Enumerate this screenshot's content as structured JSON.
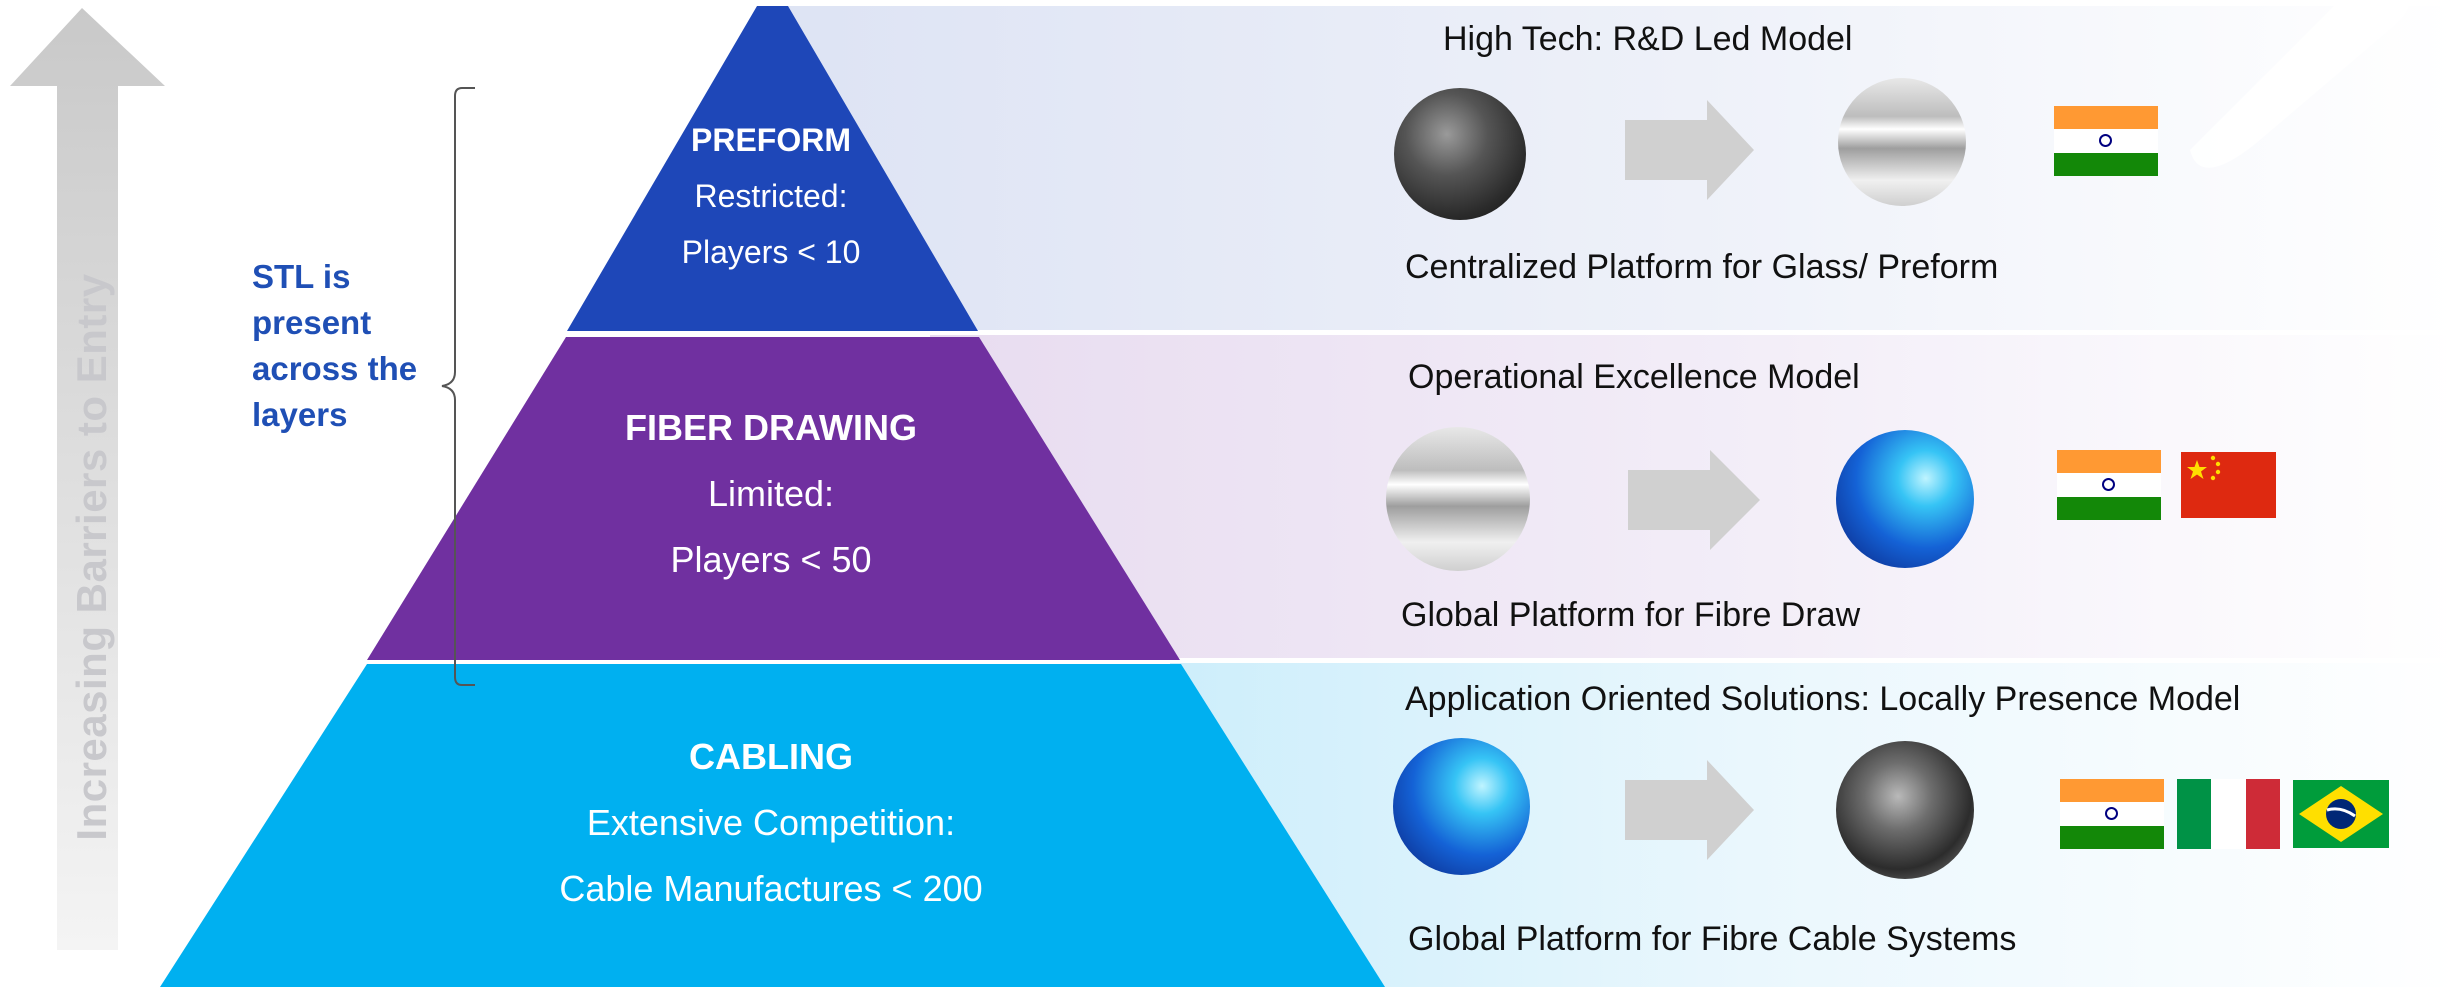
{
  "axis": {
    "label": "Increasing Barriers to Entry"
  },
  "note": {
    "line1_bold": "STL",
    "line1_rest": " is",
    "line2": "present",
    "line3": "across the",
    "line4": "layers"
  },
  "tiers": [
    {
      "title": "PREFORM",
      "line1": "Restricted:",
      "line2": "Players < 10",
      "color": "#1e47b8",
      "model": {
        "heading": "High Tech: R&D Led Model",
        "caption": "Centralized Platform for Glass/ Preform",
        "from_icon": "raw-glass-rock-icon",
        "to_icon": "glass-preform-icon",
        "flags": [
          "india-flag-icon"
        ]
      }
    },
    {
      "title": "FIBER DRAWING",
      "line1": "Limited:",
      "line2": "Players < 50",
      "color": "#7030a0",
      "model": {
        "heading": "Operational Excellence Model",
        "caption": "Global Platform for Fibre Draw",
        "from_icon": "glass-preform-icon",
        "to_icon": "optical-fiber-strands-icon",
        "flags": [
          "india-flag-icon",
          "china-flag-icon"
        ]
      }
    },
    {
      "title": "CABLING",
      "line1": "Extensive Competition:",
      "line2": "Cable Manufactures < 200",
      "color": "#00b0f0",
      "model": {
        "heading": "Application Oriented Solutions: Locally Presence Model",
        "caption": "Global Platform for Fibre Cable Systems",
        "from_icon": "optical-fiber-strands-icon",
        "to_icon": "fiber-cables-icon",
        "flags": [
          "india-flag-icon",
          "italy-flag-icon",
          "brazil-flag-icon"
        ]
      }
    }
  ],
  "colors": {
    "note": "#1f4fb5",
    "arrow": "#d0d0d0",
    "axis_arrow": "#d9d9d9"
  }
}
